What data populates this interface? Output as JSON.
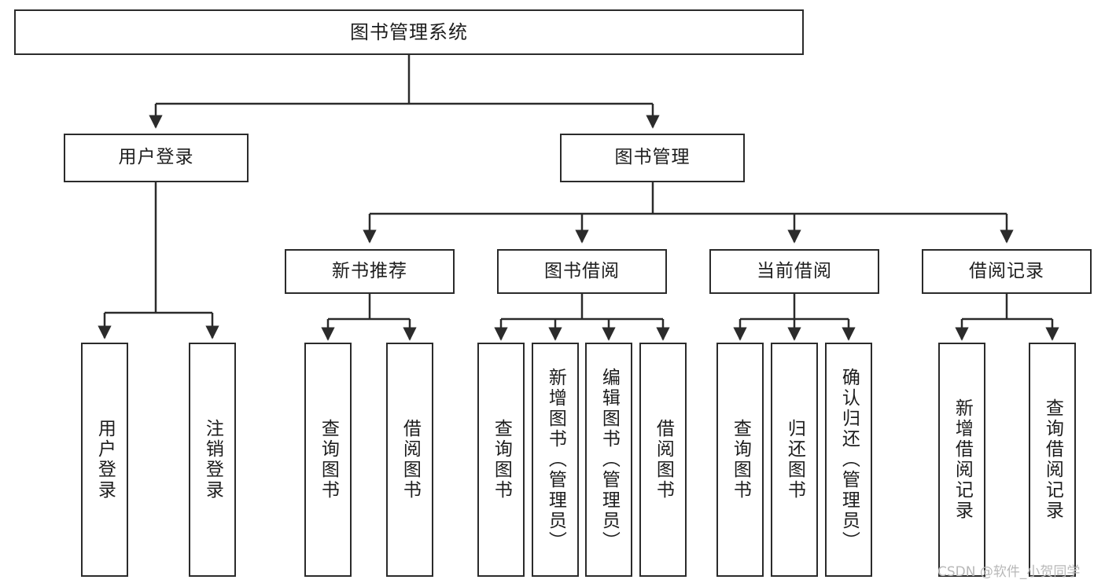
{
  "diagram": {
    "title": "图书管理系统",
    "type": "tree-hierarchy",
    "orientation": "top-down",
    "colors": {
      "box_border": "#2b2b2b",
      "box_fill": "#ffffff",
      "connector": "#2b2b2b",
      "text": "#1d1d1d",
      "watermark": "#b8b8b8"
    }
  },
  "nodes": {
    "root": {
      "label": "图书管理系统"
    },
    "level2": [
      {
        "id": "user-login",
        "label": "用户登录"
      },
      {
        "id": "book-management",
        "label": "图书管理"
      }
    ],
    "level3": [
      {
        "id": "new-book-recommend",
        "label": "新书推荐"
      },
      {
        "id": "book-borrow",
        "label": "图书借阅"
      },
      {
        "id": "current-borrow",
        "label": "当前借阅"
      },
      {
        "id": "borrow-record",
        "label": "借阅记录"
      }
    ],
    "leaves": {
      "user_login": [
        {
          "id": "leaf-user-login",
          "label": "用户登录"
        },
        {
          "id": "leaf-logout-login",
          "label": "注销登录"
        }
      ],
      "new_book_recommend": [
        {
          "id": "leaf-query-book-1",
          "label": "查询图书"
        },
        {
          "id": "leaf-borrow-book-1",
          "label": "借阅图书"
        }
      ],
      "book_borrow": [
        {
          "id": "leaf-query-book-2",
          "label": "查询图书"
        },
        {
          "id": "leaf-add-book",
          "label": "新增图书（管理员）"
        },
        {
          "id": "leaf-edit-book",
          "label": "编辑图书（管理员）"
        },
        {
          "id": "leaf-borrow-book-2",
          "label": "借阅图书"
        }
      ],
      "current_borrow": [
        {
          "id": "leaf-query-book-3",
          "label": "查询图书"
        },
        {
          "id": "leaf-return-book",
          "label": "归还图书"
        },
        {
          "id": "leaf-confirm-return",
          "label": "确认归还（管理员）"
        }
      ],
      "borrow_record": [
        {
          "id": "leaf-add-record",
          "label": "新增借阅记录"
        },
        {
          "id": "leaf-query-record",
          "label": "查询借阅记录"
        }
      ]
    }
  },
  "watermark": {
    "text": "CSDN @软件_小贺同学"
  }
}
